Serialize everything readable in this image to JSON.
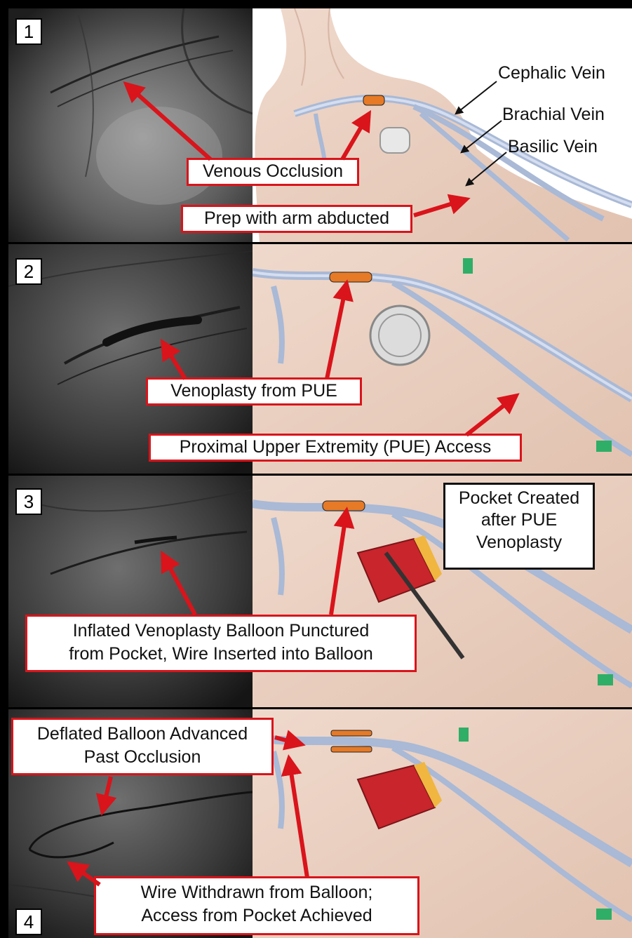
{
  "panels": [
    {
      "number": "1",
      "callouts": [
        "Venous Occlusion",
        "Prep with arm abducted"
      ],
      "vein_labels": [
        "Cephalic Vein",
        "Brachial Vein",
        "Basilic Vein"
      ]
    },
    {
      "number": "2",
      "callouts": [
        "Venoplasty from PUE",
        "Proximal Upper Extremity (PUE) Access"
      ]
    },
    {
      "number": "3",
      "callouts": [
        "Inflated Venoplasty Balloon Punctured",
        "from Pocket, Wire Inserted into Balloon"
      ],
      "box_lines": [
        "Pocket Created",
        "after PUE",
        "Venoplasty"
      ]
    },
    {
      "number": "4",
      "callouts": [
        "Deflated Balloon Advanced",
        "Past Occlusion"
      ],
      "callouts2": [
        "Wire Withdrawn from Balloon;",
        "Access from Pocket Achieved"
      ]
    }
  ],
  "colors": {
    "arrow_red": "#d9141b",
    "skin": "#e9cfc0",
    "vein": "#b9c6de",
    "occlusion": "#e67a27",
    "xray_dark": "#2a2a2a",
    "xray_light": "#8a8a8a"
  }
}
